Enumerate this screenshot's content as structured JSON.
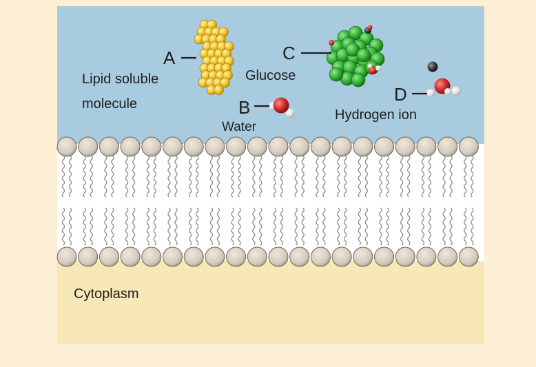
{
  "colors": {
    "page_background": "#fdefd5",
    "extracellular": "#a9cbe0",
    "cytoplasm": "#f8e7b7",
    "phospholipid_head": "#d3cbbd",
    "lipid_molecule": "#f0c12a",
    "glucose": "#2fae2f",
    "oxygen": "#c62828",
    "hydrogen": "#e9e9e9"
  },
  "diagram": {
    "labels": {
      "a_letter": "A",
      "a_name_line1": "Lipid soluble",
      "a_name_line2": "molecule",
      "b_letter": "B",
      "b_name": "Water",
      "c_letter": "C",
      "c_name": "Glucose",
      "d_letter": "D",
      "d_name": "Hydrogen ion",
      "cytoplasm": "Cytoplasm"
    }
  }
}
